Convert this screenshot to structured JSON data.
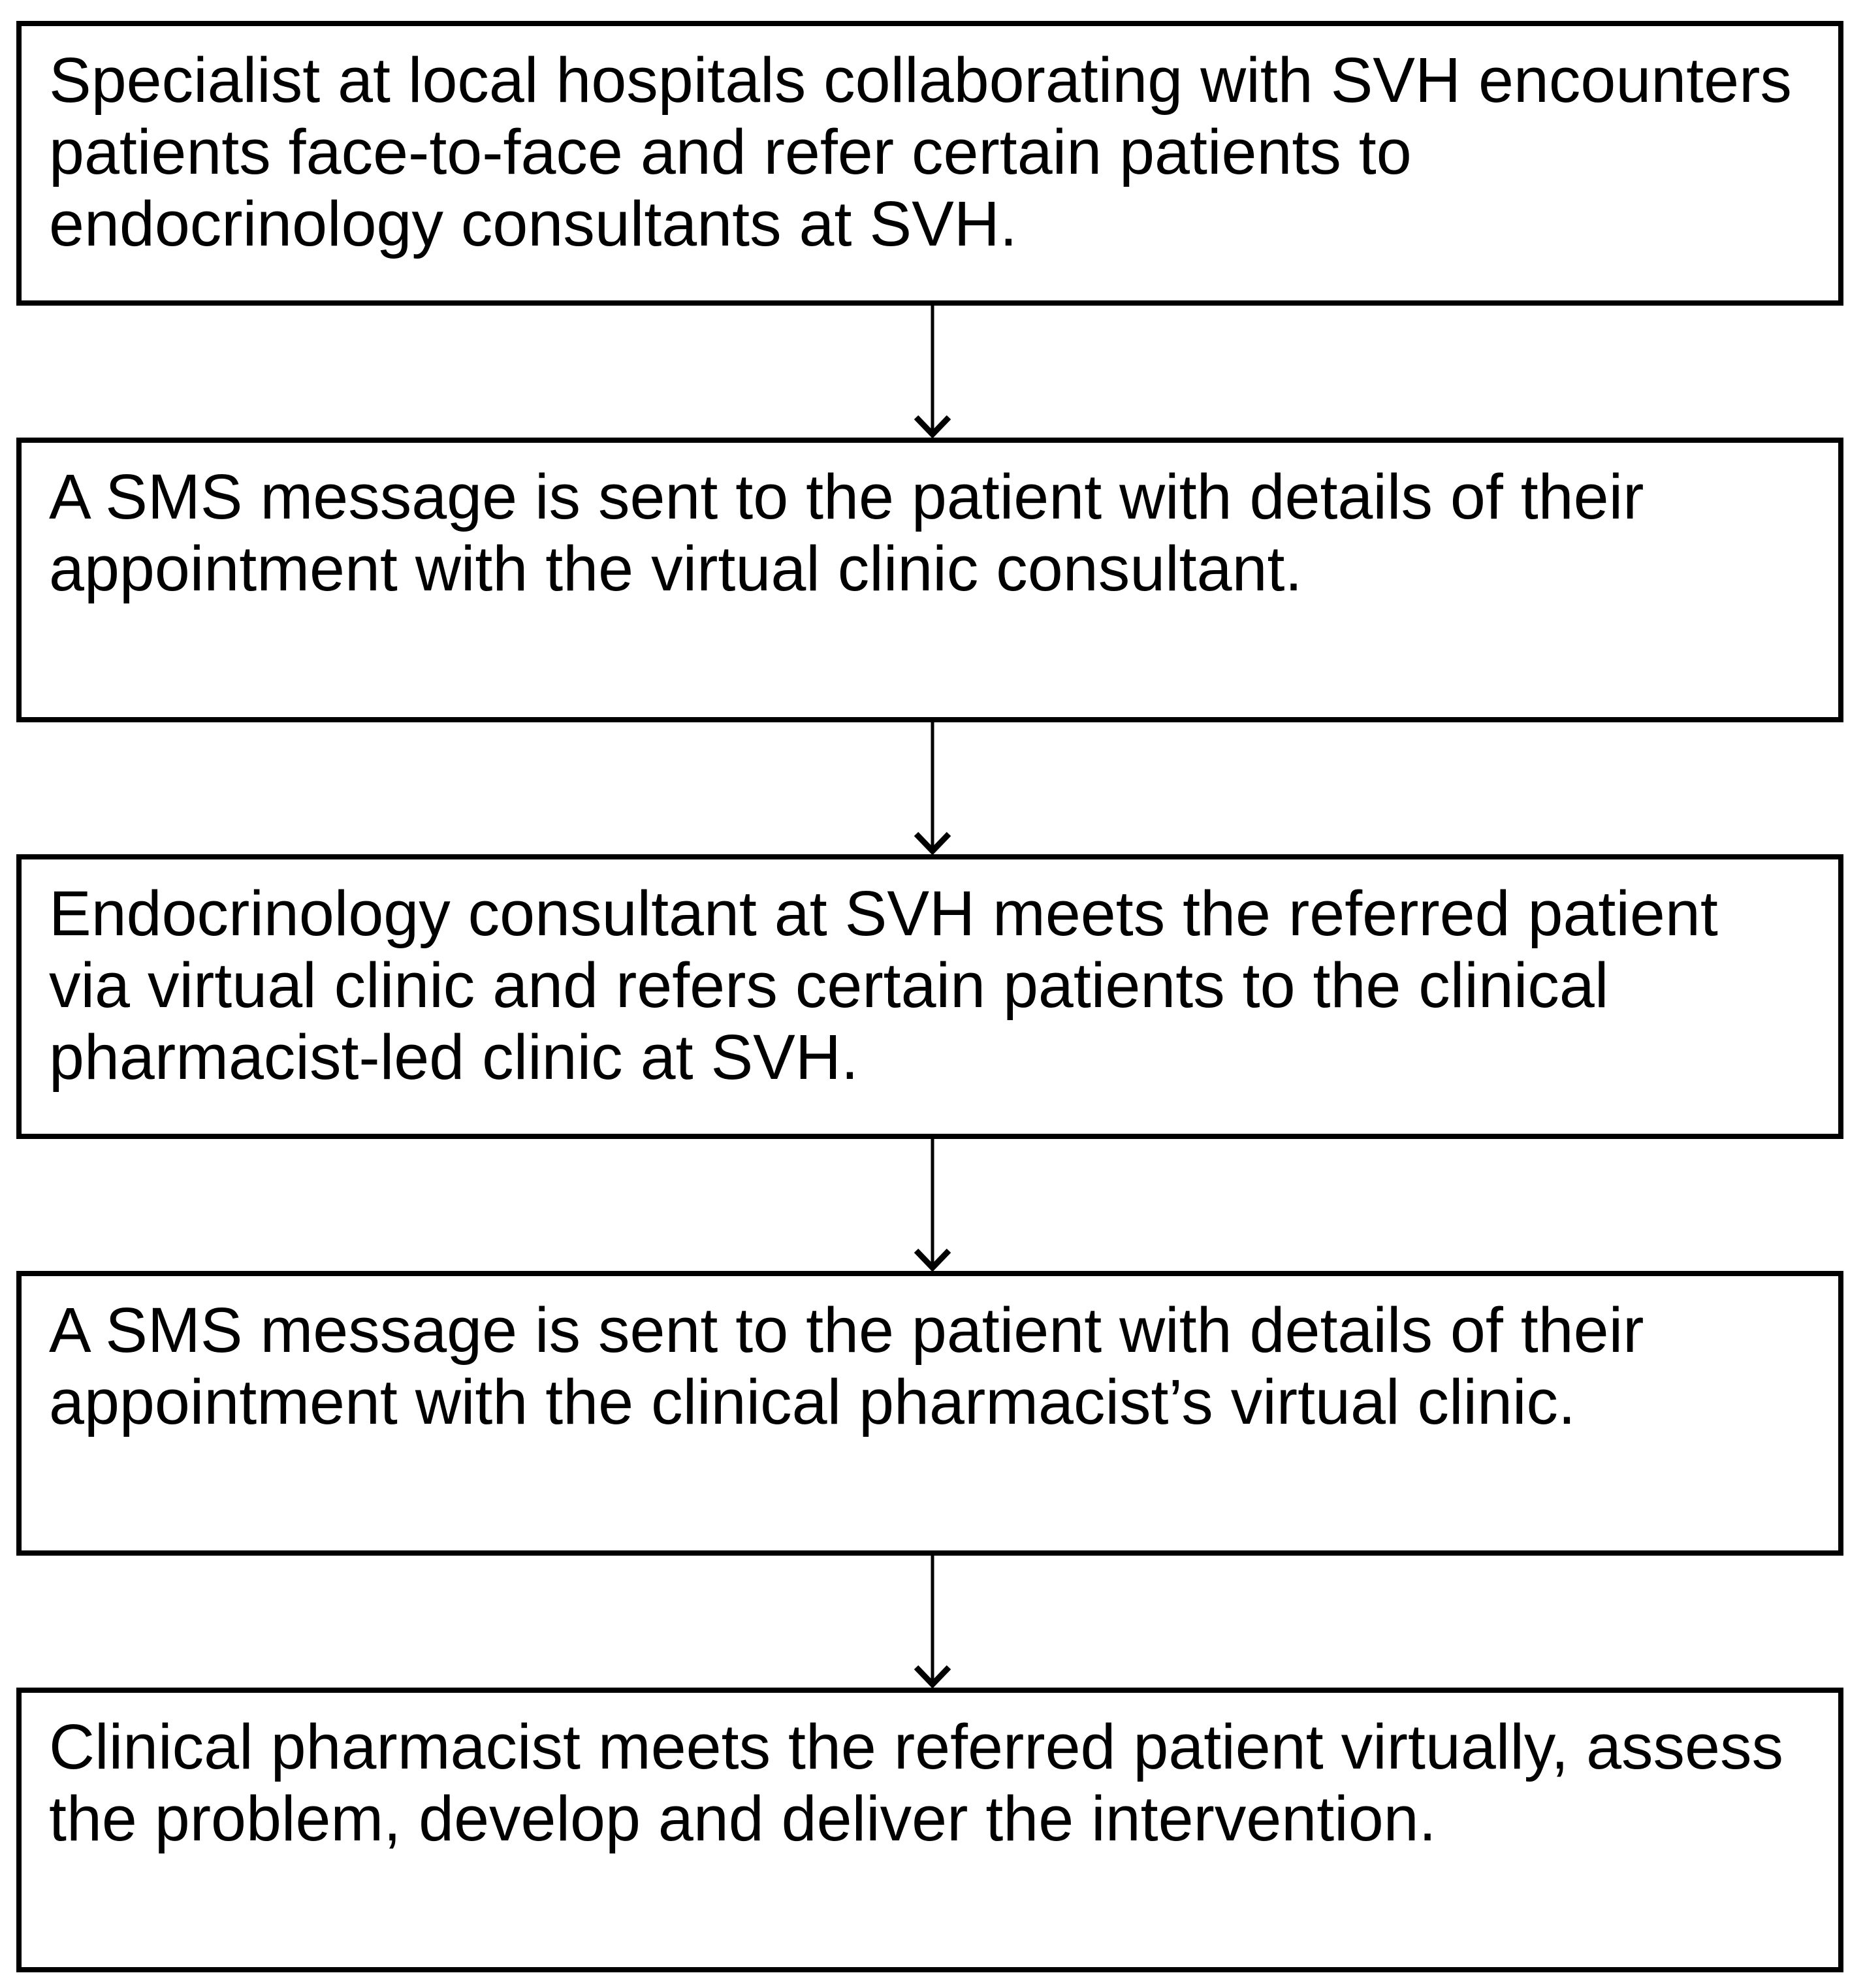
{
  "flowchart": {
    "type": "flowchart",
    "direction": "top-down",
    "background_color": "#ffffff",
    "box_fill_color": "#ffffff",
    "box_border_color": "#000000",
    "text_color": "#000000",
    "arrow_color": "#000000",
    "steps": [
      {
        "lines": [
          "Specialist at local hospitals collaborating with SVH encounters",
          "patients face-to-face and refer certain patients to",
          "endocrinology consultants at SVH."
        ]
      },
      {
        "lines": [
          "A SMS message is sent to the patient with details of their",
          "appointment with the virtual clinic consultant."
        ]
      },
      {
        "lines": [
          "Endocrinology consultant at SVH meets the referred patient",
          "via virtual clinic and refers certain patients to the clinical",
          "pharmacist-led clinic at SVH."
        ]
      },
      {
        "lines": [
          "A SMS message is sent to the patient with details of their",
          "appointment with the clinical pharmacist’s virtual clinic."
        ]
      },
      {
        "lines": [
          "Clinical pharmacist meets the referred patient virtually, assess",
          "the problem, develop and deliver the intervention."
        ]
      }
    ]
  }
}
